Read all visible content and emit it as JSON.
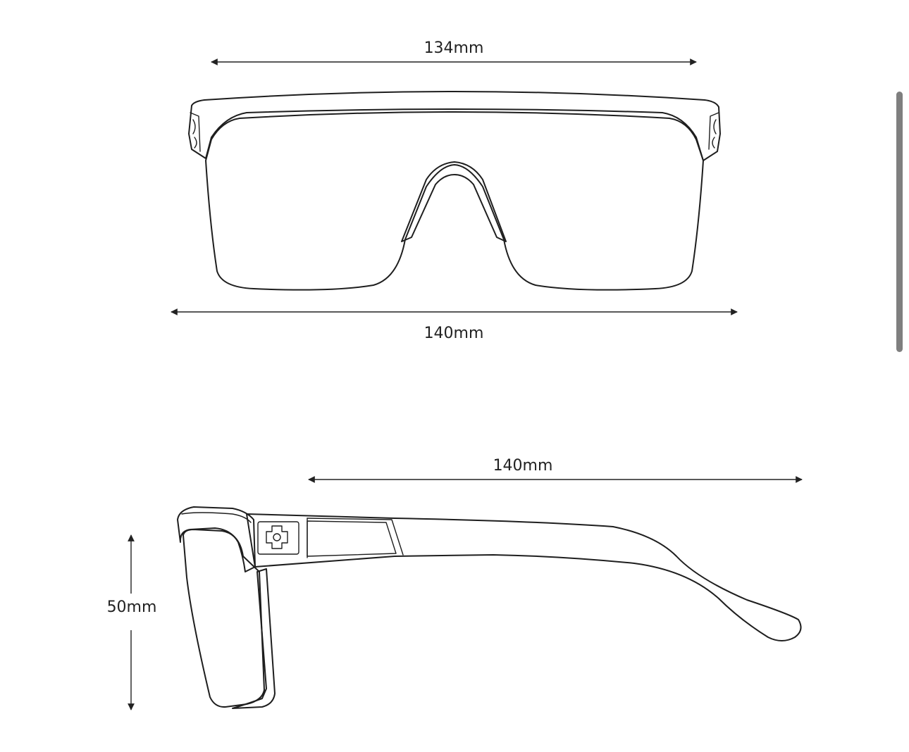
{
  "front_view": {
    "top_width_label": "134mm",
    "bottom_width_label": "140mm"
  },
  "side_view": {
    "temple_length_label": "140mm",
    "lens_height_label": "50mm"
  },
  "colors": {
    "lens": "#cfcfcf",
    "outline": "#1e1e1e",
    "scrollbar": "#7f7f7f"
  }
}
